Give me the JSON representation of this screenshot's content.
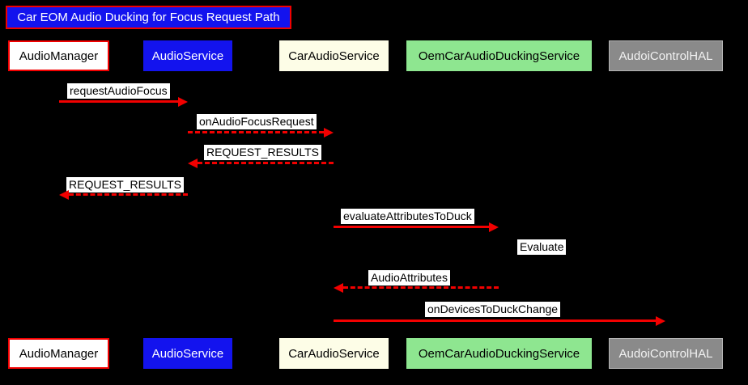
{
  "title": {
    "text": "Car EOM Audio Ducking for Focus Request Path"
  },
  "participants": [
    {
      "name": "AudioManager",
      "fill": "#ffffff",
      "border": "#f20000",
      "text_color": "#000000"
    },
    {
      "name": "AudioService",
      "fill": "#1313ee",
      "text_color": "#ffffff"
    },
    {
      "name": "CarAudioService",
      "fill": "#fdfde7",
      "text_color": "#000000"
    },
    {
      "name": "OemCarAudioDuckingService",
      "fill": "#8ee690",
      "text_color": "#000000"
    },
    {
      "name": "AudoiControlHAL",
      "fill": "#8a8a8a",
      "text_color": "#f2f2f2"
    }
  ],
  "messages": [
    {
      "label": "requestAudioFocus",
      "from": "AudioManager",
      "to": "AudioService",
      "line": "solid",
      "direction": "right"
    },
    {
      "label": "onAudioFocusRequest",
      "from": "AudioService",
      "to": "CarAudioService",
      "line": "dashed",
      "direction": "right"
    },
    {
      "label": "REQUEST_RESULTS",
      "from": "CarAudioService",
      "to": "AudioService",
      "line": "dashed",
      "direction": "left"
    },
    {
      "label": "REQUEST_RESULTS",
      "from": "AudioService",
      "to": "AudioManager",
      "line": "dashed",
      "direction": "left"
    },
    {
      "label": "evaluateAttributesToDuck",
      "from": "CarAudioService",
      "to": "OemCarAudioDuckingService",
      "line": "solid",
      "direction": "right"
    },
    {
      "label": "Evaluate",
      "from": "OemCarAudioDuckingService",
      "to": "OemCarAudioDuckingService",
      "line": "self",
      "direction": "self"
    },
    {
      "label": "AudioAttributes",
      "from": "OemCarAudioDuckingService",
      "to": "CarAudioService",
      "line": "dashed",
      "direction": "left"
    },
    {
      "label": "onDevicesToDuckChange",
      "from": "CarAudioService",
      "to": "AudoiControlHAL",
      "line": "solid",
      "direction": "right"
    }
  ],
  "colors": {
    "background": "#000000",
    "arrow": "#f20000",
    "title_fill": "#1313ee",
    "title_border": "#f20000",
    "label_bg": "#ffffff"
  }
}
